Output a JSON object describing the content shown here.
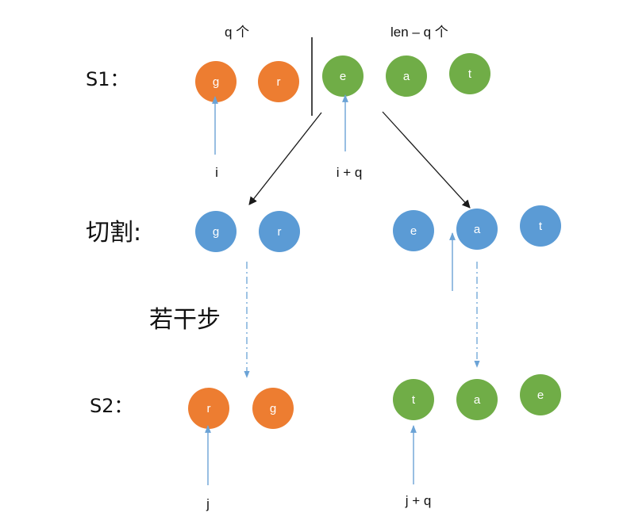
{
  "colors": {
    "orange": "#ED7D31",
    "green": "#70AD47",
    "blue": "#5B9BD5",
    "pointer": "#6BA3D6",
    "dark_arrow": "#1a1a1a",
    "dashed": "#6BA3D6"
  },
  "row_labels": {
    "s1": "S1：",
    "cut": "切割:",
    "steps": "若干步",
    "s2": "S2："
  },
  "section_labels": {
    "q_count": "q 个",
    "len_minus_q_count": "len – q 个"
  },
  "pointer_labels": {
    "i": "i",
    "i_plus_q": "i + q",
    "j": "j",
    "j_plus_q": "j + q"
  },
  "rows": {
    "s1": [
      {
        "letter": "g",
        "color": "orange"
      },
      {
        "letter": "r",
        "color": "orange"
      },
      {
        "letter": "e",
        "color": "green"
      },
      {
        "letter": "a",
        "color": "green"
      },
      {
        "letter": "t",
        "color": "green"
      }
    ],
    "cut": [
      {
        "letter": "g",
        "color": "blue"
      },
      {
        "letter": "r",
        "color": "blue"
      },
      {
        "letter": "e",
        "color": "blue"
      },
      {
        "letter": "a",
        "color": "blue"
      },
      {
        "letter": "t",
        "color": "blue"
      }
    ],
    "s2": [
      {
        "letter": "r",
        "color": "orange"
      },
      {
        "letter": "g",
        "color": "orange"
      },
      {
        "letter": "t",
        "color": "green"
      },
      {
        "letter": "a",
        "color": "green"
      },
      {
        "letter": "e",
        "color": "green"
      }
    ]
  }
}
